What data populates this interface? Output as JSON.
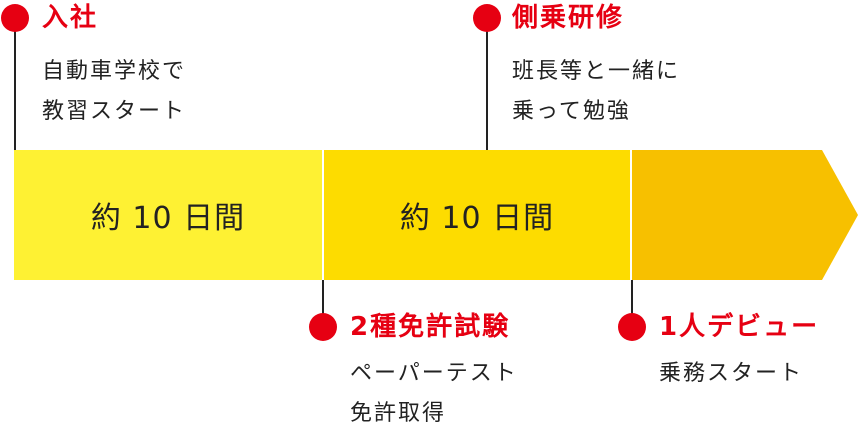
{
  "timeline": {
    "segments": [
      {
        "label": "約 10 日間",
        "color": "#fef133"
      },
      {
        "label": "約 10 日間",
        "color": "#fddc00"
      },
      {
        "label": "",
        "color": "#f7c000"
      }
    ]
  },
  "milestones": {
    "nyusha": {
      "title": "入社",
      "lines": [
        "自動車学校で",
        "教習スタート"
      ]
    },
    "sokujo": {
      "title": "側乗研修",
      "lines": [
        "班長等と一緒に",
        "乗って勉強"
      ]
    },
    "menkyo": {
      "title": "2種免許試験",
      "lines": [
        "ペーパーテスト",
        "免許取得"
      ]
    },
    "debut": {
      "title": "1人デビュー",
      "lines": [
        "乗務スタート"
      ]
    }
  },
  "colors": {
    "accent": "#e60012",
    "line": "#222222"
  }
}
